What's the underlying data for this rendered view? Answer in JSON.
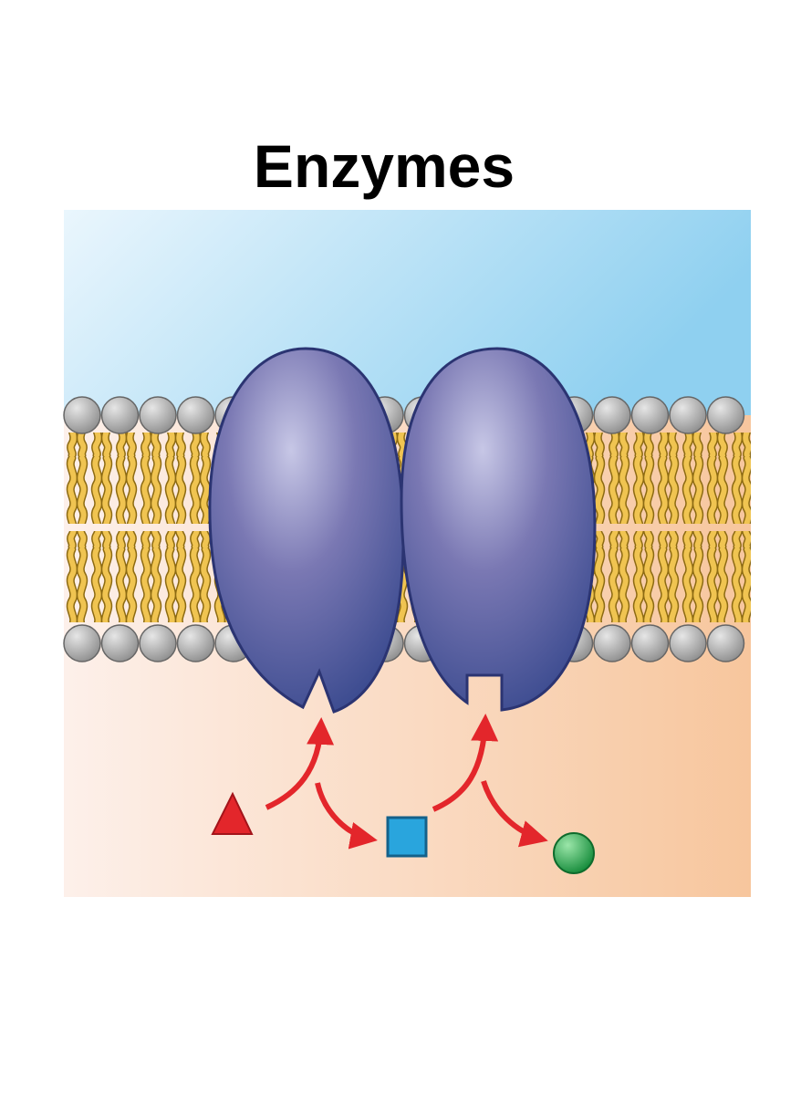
{
  "title": "Enzymes",
  "colors": {
    "extracellular": "#8fd0f0",
    "cytoplasm": "#f7c69d",
    "lipid_head": "#a3a3a3",
    "lipid_tail": "#f0c451",
    "enzyme": "#4b4f9b",
    "arrow": "#e3262b",
    "triangle": "#e3262b",
    "square": "#29a5dd",
    "sphere": "#1fa447"
  },
  "icons": {
    "substrate": "triangle-shape",
    "intermediate": "square-shape",
    "product": "sphere-shape"
  }
}
